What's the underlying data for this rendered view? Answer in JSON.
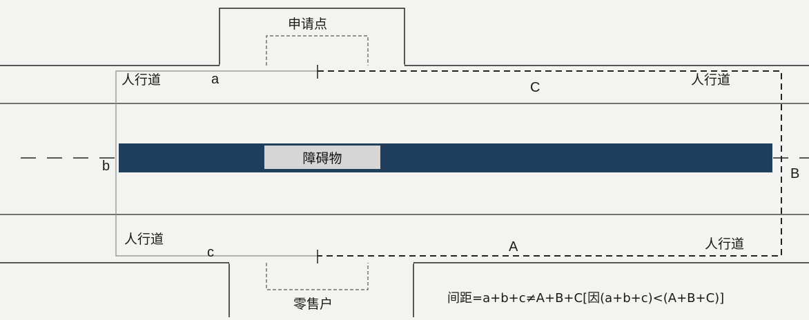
{
  "labels": {
    "application_point": "申请点",
    "retailer": "零售户",
    "sidewalk_top_left": "人行道",
    "sidewalk_top_right": "人行道",
    "sidewalk_bottom_left": "人行道",
    "sidewalk_bottom_right": "人行道",
    "obstacle": "障碍物",
    "a": "a",
    "b": "b",
    "c": "c",
    "A": "A",
    "B": "B",
    "C": "C"
  },
  "formula": "间距=a+b+c≠A+B+C[因(a+b+c)<(A+B+C)]",
  "colors": {
    "background": "#f3f3f1",
    "obstacle_bar": "#1f3f5c",
    "obstacle_label_bg": "#d6d6d6",
    "line": "#222222"
  }
}
